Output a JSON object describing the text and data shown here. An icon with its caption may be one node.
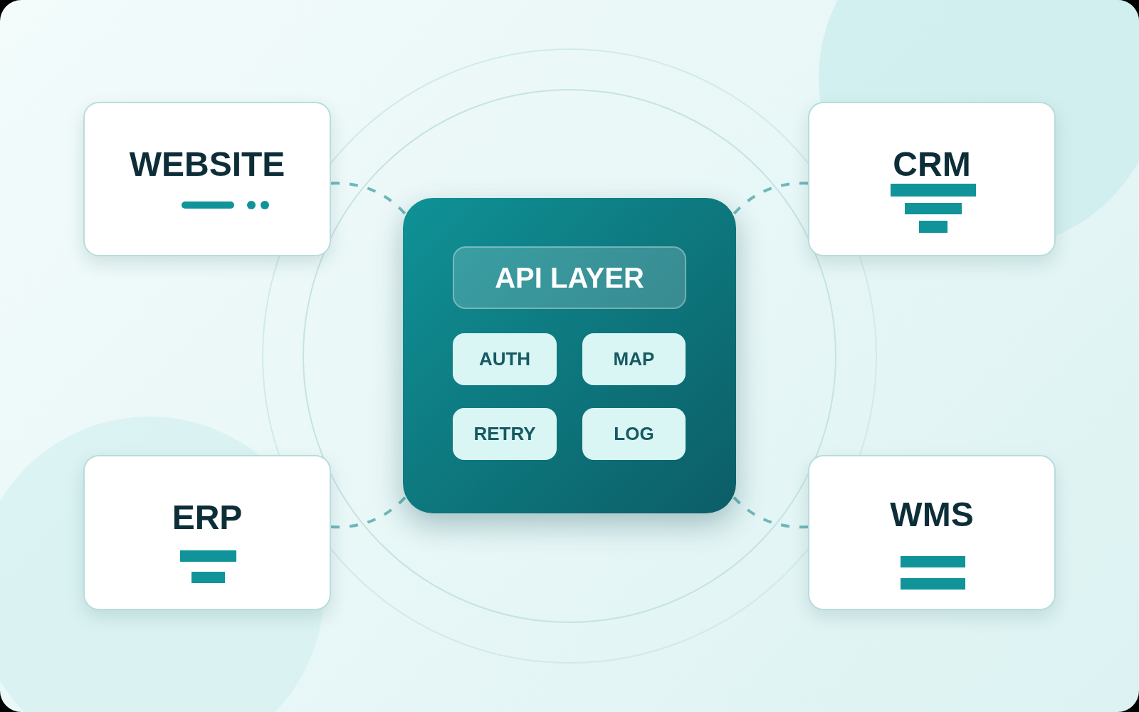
{
  "diagram": {
    "nodes": [
      {
        "text": [
          "WEBSITE"
        ]
      },
      {
        "text": [
          "CRM"
        ]
      },
      {
        "text": [],
        "shape": "box"
      },
      {
        "text": [
          "API LAYER"
        ],
        "in": 2
      },
      {
        "text": [
          "AUTH"
        ],
        "in": 2
      },
      {
        "text": [
          "MAP"
        ],
        "in": 2
      },
      {
        "text": [
          "RETRY"
        ],
        "in": 2
      },
      {
        "text": [
          "LOG"
        ],
        "in": 2
      },
      {
        "text": [
          "ERP"
        ]
      },
      {
        "text": [
          "WMS"
        ]
      }
    ],
    "edges": [
      {
        "from": 0,
        "to": 2,
        "arrow": "none",
        "style": "dashed"
      },
      {
        "from": 1,
        "to": 2,
        "arrow": "none",
        "style": "dashed"
      },
      {
        "from": 8,
        "to": 2,
        "arrow": "none",
        "style": "dashed"
      },
      {
        "from": 9,
        "to": 2,
        "arrow": "none",
        "style": "dashed"
      }
    ]
  }
}
